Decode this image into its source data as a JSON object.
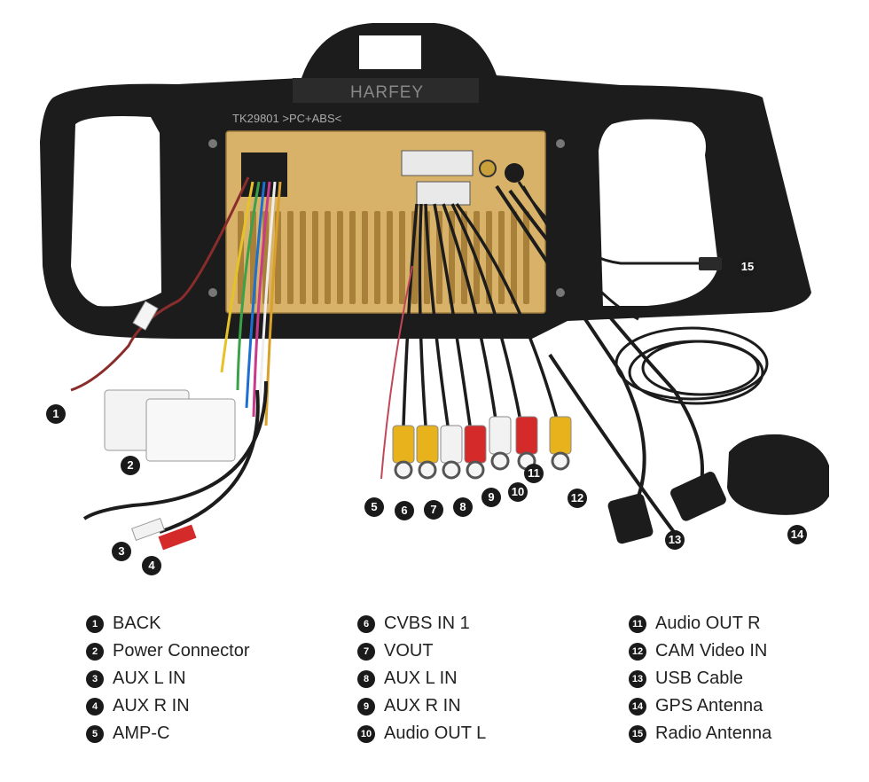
{
  "brand": "HARFEY",
  "model_print": "TK29801 >PC+ABS<",
  "markers": [
    "1",
    "2",
    "3",
    "4",
    "5",
    "6",
    "7",
    "8",
    "9",
    "10",
    "11",
    "12",
    "13",
    "14",
    "15"
  ],
  "legend": [
    {
      "num": "1",
      "label": "BACK"
    },
    {
      "num": "2",
      "label": "Power Connector"
    },
    {
      "num": "3",
      "label": "AUX L IN"
    },
    {
      "num": "4",
      "label": "AUX R IN"
    },
    {
      "num": "5",
      "label": "AMP-C"
    },
    {
      "num": "6",
      "label": "CVBS IN 1"
    },
    {
      "num": "7",
      "label": "VOUT"
    },
    {
      "num": "8",
      "label": "AUX L IN"
    },
    {
      "num": "9",
      "label": "AUX R IN"
    },
    {
      "num": "10",
      "label": "Audio OUT L"
    },
    {
      "num": "11",
      "label": "Audio OUT R"
    },
    {
      "num": "12",
      "label": "CAM Video IN"
    },
    {
      "num": "13",
      "label": "USB Cable"
    },
    {
      "num": "14",
      "label": "GPS Antenna"
    },
    {
      "num": "15",
      "label": "Radio Antenna"
    }
  ],
  "colors": {
    "frame": "#1c1c1c",
    "chassis": "#d9b26a",
    "rca_yellow": "#e8b21c",
    "rca_red": "#d42a2a",
    "rca_white": "#f2f2f2"
  }
}
